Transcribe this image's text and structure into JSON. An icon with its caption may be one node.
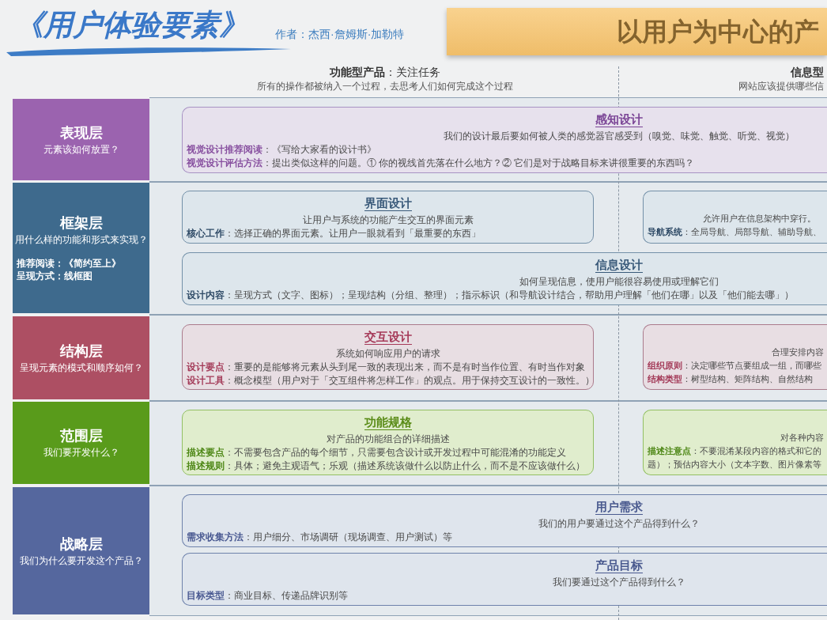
{
  "diagram": {
    "title": "《用户体验要素》",
    "nodes": [
      {
        "text": [
          "以用户为中心的产"
        ]
      },
      {
        "text": [
          "表现层",
          "元素该如何放置？"
        ]
      },
      {
        "text": [
          "感知设计",
          "我们的设计最后要如何被人类的感觉器官感受到（嗅觉、味觉、触觉、听觉、视觉）",
          "**视觉设计推荐阅读**：《写给大家看的设计书》",
          "**视觉设计评估方法**：提出类似这样的问题。① 你的视线首先落在什么地方？② 它们是对于战略目标来讲很重要的东西吗？"
        ]
      },
      {
        "text": [
          "框架层",
          "用什么样的功能和形式来实现？",
          "推荐阅读：《简约至上》",
          "呈现方式：线框图"
        ]
      },
      {
        "text": [
          "界面设计",
          "让用户与系统的功能产生交互的界面元素",
          "**核心工作**：选择正确的界面元素。让用户一眼就看到「最重要的东西」"
        ]
      },
      {
        "text": [
          "允许用户在信息架构中穿行。",
          "**导航系统**：全局导航、局部导航、辅助导航、"
        ]
      },
      {
        "text": [
          "信息设计",
          "如何呈现信息，使用户能很容易使用或理解它们",
          "**设计内容**：呈现方式（文字、图标）；呈现结构（分组、整理）；指示标识（和导航设计结合，帮助用户理解「他们在哪」以及「他们能去哪」）"
        ]
      },
      {
        "text": [
          "结构层",
          "呈现元素的模式和顺序如何？"
        ]
      },
      {
        "text": [
          "交互设计",
          "系统如何响应用户的请求",
          "**设计要点**：重要的是能够将元素从头到尾一致的表现出来，而不是有时当作位置、有时当作对象",
          "**设计工具**：概念模型（用户对于「交互组件将怎样工作」的观点。用于保持交互设计的一致性。）"
        ]
      },
      {
        "text": [
          "合理安排内容",
          "**组织原则**：决定哪些节点要组成一组，而哪些",
          "**结构类型**：树型结构、矩阵结构、自然结构"
        ]
      },
      {
        "text": [
          "范围层",
          "我们要开发什么？"
        ]
      },
      {
        "text": [
          "功能规格",
          "对产品的功能组合的详细描述",
          "**描述要点**：不需要包含产品的每个细节，只需要包含设计或开发过程中可能混淆的功能定义",
          "**描述规则**：具体；避免主观语气；乐观（描述系统该做什么以防止什么，而不是不应该做什么）"
        ]
      },
      {
        "text": [
          "对各种内容",
          "**描述注意点**：不要混淆某段内容的格式和它的",
          "题）；预估内容大小（文本字数、图片像素等"
        ]
      },
      {
        "text": [
          "战略层",
          "我们为什么要开发这个产品？"
        ]
      },
      {
        "text": [
          "用户需求",
          "我们的用户要通过这个产品得到什么？",
          "**需求收集方法**：用户细分、市场调研（现场调查、用户测试）等"
        ]
      },
      {
        "text": [
          "产品目标",
          "我们要通过这个产品得到什么？",
          "**目标类型**：商业目标、传递品牌识别等"
        ]
      }
    ],
    "labels": [
      "作者：杰西·詹姆斯·加勒特",
      "**功能型产品**：关注任务",
      "所有的操作都被纳入一个过程，去思考人们如何完成这个过程",
      "信息型",
      "网站应该提供哪些信"
    ]
  }
}
